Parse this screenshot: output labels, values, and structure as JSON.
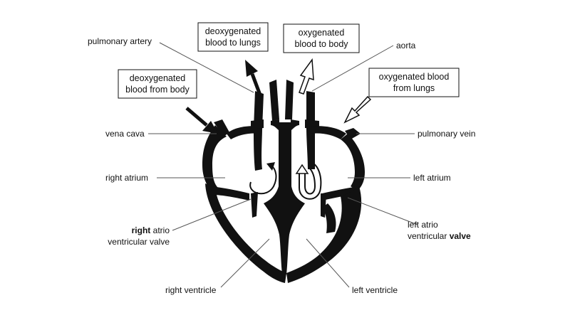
{
  "labels": {
    "pulmonary_artery": "pulmonary artery",
    "aorta": "aorta",
    "vena_cava": "vena cava",
    "pulmonary_vein": "pulmonary vein",
    "right_atrium": "right atrium",
    "left_atrium": "left atrium",
    "right_av_valve_bold": "right",
    "right_av_valve_1": "atrio",
    "right_av_valve_2": "ventricular valve",
    "left_av_valve_1": "left atrio",
    "left_av_valve_2": "ventricular",
    "left_av_valve_bold": "valve",
    "right_ventricle": "right ventricle",
    "left_ventricle": "left ventricle"
  },
  "boxes": {
    "deoxy_to_lungs": [
      "deoxygenated",
      "blood to lungs"
    ],
    "oxy_to_body": [
      "oxygenated",
      "blood to body"
    ],
    "deoxy_from_body": [
      "deoxygenated",
      "blood from body"
    ],
    "oxy_from_lungs": [
      "oxygenated blood",
      "from lungs"
    ]
  },
  "colors": {
    "ink": "#111111",
    "line": "#555555",
    "fill": "#ffffff"
  }
}
